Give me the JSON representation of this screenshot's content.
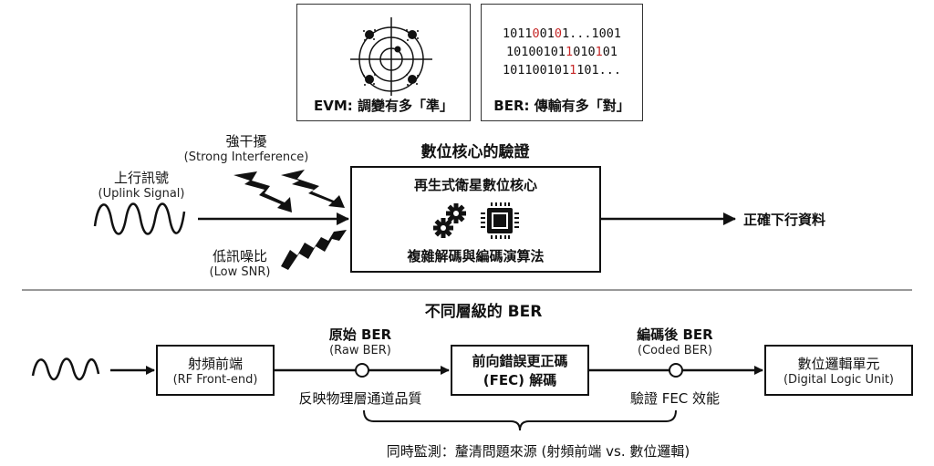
{
  "top_panels": {
    "evm": {
      "caption": "EVM: 調變有多「準」",
      "icon": "constellation-target-icon"
    },
    "ber": {
      "caption": "BER: 傳輸有多「對」",
      "rows": [
        [
          {
            "t": "1011"
          },
          {
            "t": "0",
            "err": true
          },
          {
            "t": "01"
          },
          {
            "t": "0",
            "err": true
          },
          {
            "t": "1...1001"
          }
        ],
        [
          {
            "t": "10100101"
          },
          {
            "t": "1",
            "err": true
          },
          {
            "t": "010"
          },
          {
            "t": "1",
            "err": true
          },
          {
            "t": "01"
          }
        ],
        [
          {
            "t": "101100101"
          },
          {
            "t": "1",
            "err": true
          },
          {
            "t": "101..."
          }
        ]
      ],
      "error_color": "#c62828"
    }
  },
  "core_section": {
    "title": "數位核心的驗證",
    "uplink": {
      "zh": "上行訊號",
      "en": "(Uplink Signal)"
    },
    "interference": {
      "zh": "強干擾",
      "en": "(Strong Interference)"
    },
    "low_snr": {
      "zh": "低訊噪比",
      "en": "(Low SNR)"
    },
    "core_box": {
      "title": "再生式衛星數位核心",
      "subtitle": "複雜解碼與編碼演算法",
      "icons": [
        "gears-icon",
        "chip-icon"
      ]
    },
    "output": "正確下行資料"
  },
  "ber_section": {
    "title": "不同層級的 BER",
    "rf_box": {
      "zh": "射頻前端",
      "en": "(RF Front-end)"
    },
    "raw_ber": {
      "zh": "原始 BER",
      "en": "(Raw BER)",
      "note": "反映物理層通道品質"
    },
    "fec_box": {
      "zh": "前向錯誤更正碼",
      "en": "(FEC) 解碼"
    },
    "coded_ber": {
      "zh": "編碼後 BER",
      "en": "(Coded BER)",
      "note": "驗證 FEC 效能"
    },
    "dlu_box": {
      "zh": "數位邏輯單元",
      "en": "(Digital Logic Unit)"
    },
    "summary": "同時監測：釐清問題來源 (射頻前端 vs. 數位邏輯)"
  }
}
